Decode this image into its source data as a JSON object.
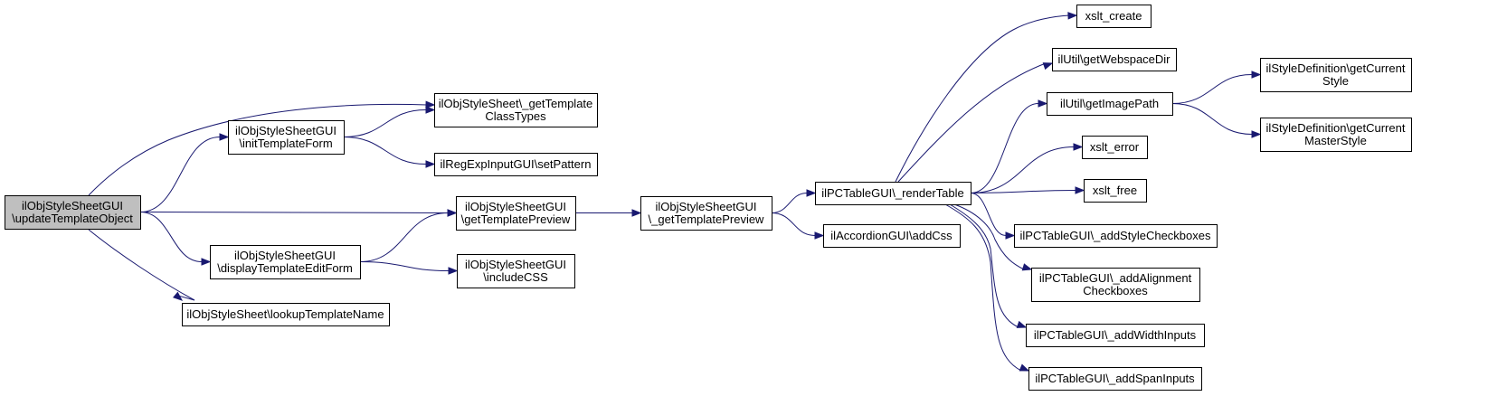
{
  "nodes": [
    {
      "id": "root",
      "label": [
        "ilObjStyleSheetGUI",
        "\\updateTemplateObject"
      ],
      "root": true
    },
    {
      "id": "getTemplateClassTypes",
      "label": [
        "ilObjStyleSheet\\_getTemplate",
        "ClassTypes"
      ]
    },
    {
      "id": "initTemplateForm",
      "label": [
        "ilObjStyleSheetGUI",
        "\\initTemplateForm"
      ]
    },
    {
      "id": "setPattern",
      "label": [
        "ilRegExpInputGUI\\setPattern"
      ]
    },
    {
      "id": "getTemplatePreview",
      "label": [
        "ilObjStyleSheetGUI",
        "\\getTemplatePreview"
      ]
    },
    {
      "id": "_getTemplatePreview",
      "label": [
        "ilObjStyleSheetGUI",
        "\\_getTemplatePreview"
      ]
    },
    {
      "id": "displayTemplateEditForm",
      "label": [
        "ilObjStyleSheetGUI",
        "\\displayTemplateEditForm"
      ]
    },
    {
      "id": "includeCSS",
      "label": [
        "ilObjStyleSheetGUI",
        "\\includeCSS"
      ]
    },
    {
      "id": "lookupTemplateName",
      "label": [
        "ilObjStyleSheet\\lookupTemplateName"
      ]
    },
    {
      "id": "renderTable",
      "label": [
        "ilPCTableGUI\\_renderTable"
      ]
    },
    {
      "id": "addCss",
      "label": [
        "ilAccordionGUI\\addCss"
      ]
    },
    {
      "id": "xslt_create",
      "label": [
        "xslt_create"
      ]
    },
    {
      "id": "getWebspaceDir",
      "label": [
        "ilUtil\\getWebspaceDir"
      ]
    },
    {
      "id": "getImagePath",
      "label": [
        "ilUtil\\getImagePath"
      ]
    },
    {
      "id": "getCurrentStyle",
      "label": [
        "ilStyleDefinition\\getCurrent",
        "Style"
      ]
    },
    {
      "id": "getCurrentMasterStyle",
      "label": [
        "ilStyleDefinition\\getCurrent",
        "MasterStyle"
      ]
    },
    {
      "id": "xslt_error",
      "label": [
        "xslt_error"
      ]
    },
    {
      "id": "xslt_free",
      "label": [
        "xslt_free"
      ]
    },
    {
      "id": "addStyleCheckboxes",
      "label": [
        "ilPCTableGUI\\_addStyleCheckboxes"
      ]
    },
    {
      "id": "addAlignmentCheckboxes",
      "label": [
        "ilPCTableGUI\\_addAlignment",
        "Checkboxes"
      ]
    },
    {
      "id": "addWidthInputs",
      "label": [
        "ilPCTableGUI\\_addWidthInputs"
      ]
    },
    {
      "id": "addSpanInputs",
      "label": [
        "ilPCTableGUI\\_addSpanInputs"
      ]
    }
  ],
  "edges": [
    {
      "from": "root",
      "to": "getTemplateClassTypes"
    },
    {
      "from": "root",
      "to": "initTemplateForm"
    },
    {
      "from": "root",
      "to": "getTemplatePreview"
    },
    {
      "from": "root",
      "to": "displayTemplateEditForm"
    },
    {
      "from": "root",
      "to": "lookupTemplateName"
    },
    {
      "from": "initTemplateForm",
      "to": "getTemplateClassTypes"
    },
    {
      "from": "initTemplateForm",
      "to": "setPattern"
    },
    {
      "from": "displayTemplateEditForm",
      "to": "getTemplatePreview"
    },
    {
      "from": "displayTemplateEditForm",
      "to": "includeCSS"
    },
    {
      "from": "getTemplatePreview",
      "to": "_getTemplatePreview"
    },
    {
      "from": "_getTemplatePreview",
      "to": "renderTable"
    },
    {
      "from": "_getTemplatePreview",
      "to": "addCss"
    },
    {
      "from": "renderTable",
      "to": "xslt_create"
    },
    {
      "from": "renderTable",
      "to": "getWebspaceDir"
    },
    {
      "from": "renderTable",
      "to": "getImagePath"
    },
    {
      "from": "renderTable",
      "to": "xslt_error"
    },
    {
      "from": "renderTable",
      "to": "xslt_free"
    },
    {
      "from": "renderTable",
      "to": "addStyleCheckboxes"
    },
    {
      "from": "renderTable",
      "to": "addAlignmentCheckboxes"
    },
    {
      "from": "renderTable",
      "to": "addWidthInputs"
    },
    {
      "from": "renderTable",
      "to": "addSpanInputs"
    },
    {
      "from": "getImagePath",
      "to": "getCurrentStyle"
    },
    {
      "from": "getImagePath",
      "to": "getCurrentMasterStyle"
    }
  ]
}
